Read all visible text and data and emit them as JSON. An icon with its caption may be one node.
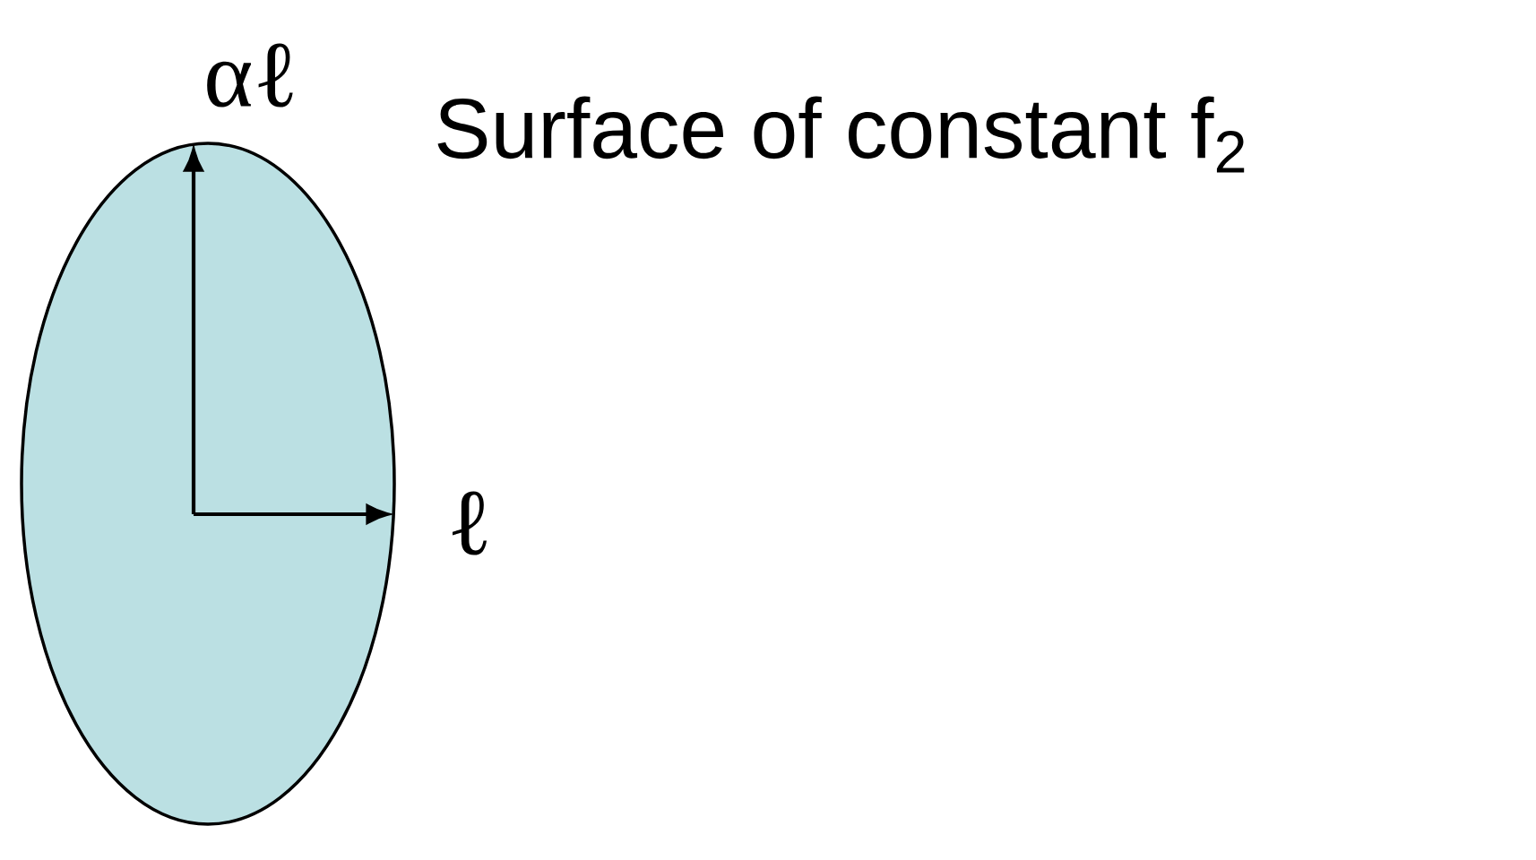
{
  "diagram": {
    "labels": [
      "αℓ",
      "ℓ",
      "Surface of constant f$_{2}$"
    ]
  }
}
